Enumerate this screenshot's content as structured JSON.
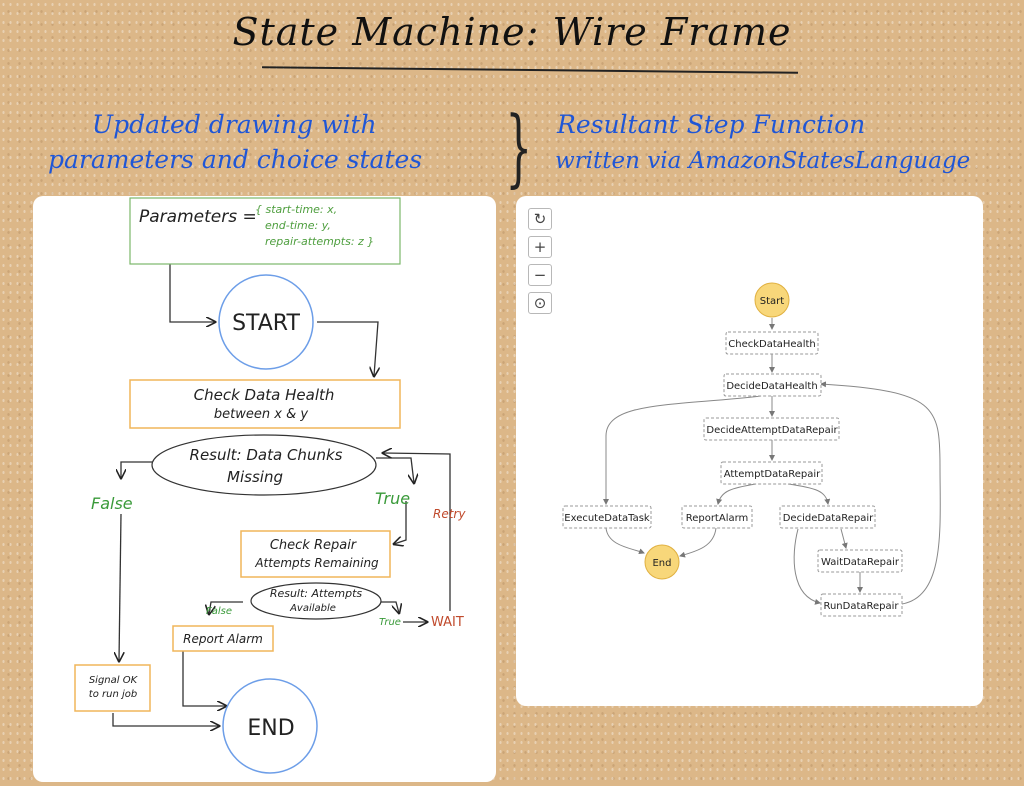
{
  "title": "State Machine: Wire Frame",
  "left_heading": [
    "Updated drawing with",
    "parameters and choice states"
  ],
  "right_heading": [
    "Resultant Step Function",
    "written via AmazonStatesLanguage"
  ],
  "colors": {
    "board": "#dcb788",
    "handwriting_blue": "#1f56d6",
    "state_border": "#f0b55a",
    "param_border": "#7cb86a",
    "terminal_circle": "#6d9ee8",
    "true_false": "#3a9a3a",
    "retry": "#c04a2c",
    "asl_terminal": "#f8d77a"
  },
  "sketch": {
    "parameters_label": "Parameters =",
    "parameters_values": [
      "{ start-time: x,",
      "end-time: y,",
      "repair-attempts: z }"
    ],
    "start": "START",
    "check_data_health": [
      "Check Data Health",
      "between x & y"
    ],
    "result_data": [
      "Result: Data Chunks",
      "Missing"
    ],
    "false_label": "False",
    "true_label": "True",
    "retry_label": "Retry",
    "check_repair": [
      "Check Repair",
      "Attempts Remaining"
    ],
    "result_attempts": [
      "Result: Attempts",
      "Available"
    ],
    "false_small": "False",
    "true_small": "True",
    "wait": "WAIT",
    "report_alarm": "Report Alarm",
    "signal_ok": [
      "Signal OK",
      "to run job"
    ],
    "end": "END"
  },
  "controls": {
    "reset": "↻",
    "zoom_in": "+",
    "zoom_out": "−",
    "center": "⊙"
  },
  "asl": {
    "start": "Start",
    "check_data_health": "CheckDataHealth",
    "decide_data_health": "DecideDataHealth",
    "decide_attempt_data_repair": "DecideAttemptDataRepair",
    "attempt_data_repair": "AttemptDataRepair",
    "execute_data_task": "ExecuteDataTask",
    "report_alarm": "ReportAlarm",
    "decide_data_repair": "DecideDataRepair",
    "wait_data_repair": "WaitDataRepair",
    "run_data_repair": "RunDataRepair",
    "end": "End"
  }
}
